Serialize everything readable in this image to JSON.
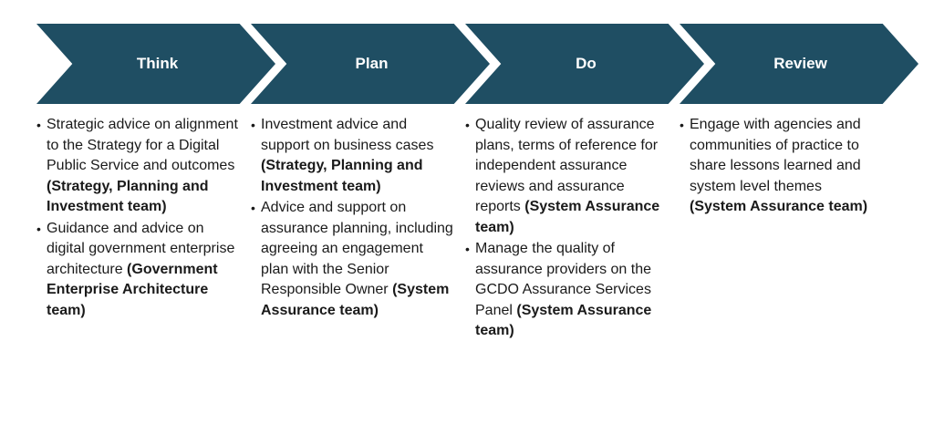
{
  "colors": {
    "chevron_fill": "#1f4e63",
    "label_text": "#ffffff",
    "body_text": "#1a1a1a"
  },
  "stages": [
    {
      "label": "Think",
      "bullets": [
        {
          "text": "Strategic advice on alignment to the Strategy for a Digital Public Service and outcomes",
          "team": "(Strategy, Planning and Investment team)"
        },
        {
          "text": "Guidance and advice on digital government enterprise architecture",
          "team": "(Government Enterprise Architecture team)"
        }
      ]
    },
    {
      "label": "Plan",
      "bullets": [
        {
          "text": "Investment advice and support on business cases",
          "team": "(Strategy, Planning and Investment team)"
        },
        {
          "text": "Advice and support on assurance planning, including agreeing an engagement plan with the Senior Responsible Owner",
          "team": "(System Assurance team)"
        }
      ]
    },
    {
      "label": "Do",
      "bullets": [
        {
          "text": "Quality review of assurance plans, terms of reference for independent assurance reviews and assurance reports",
          "team": "(System Assurance team)"
        },
        {
          "text": "Manage the quality of assurance providers on the GCDO Assurance Services Panel",
          "team": "(System Assurance team)"
        }
      ]
    },
    {
      "label": "Review",
      "bullets": [
        {
          "text": "Engage with agencies and communities of practice to share lessons learned and system level themes",
          "team": "(System Assurance team)"
        }
      ]
    }
  ]
}
